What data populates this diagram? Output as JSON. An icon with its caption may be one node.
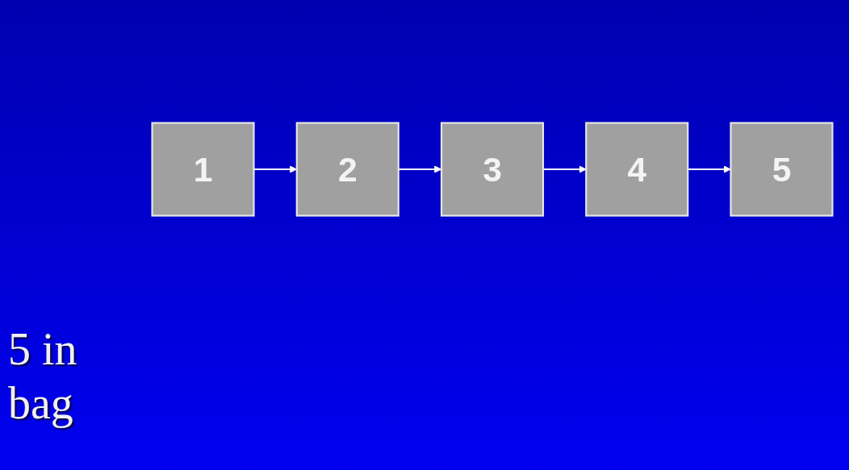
{
  "diagram": {
    "nodes": [
      {
        "text": [
          "1"
        ]
      },
      {
        "text": [
          "2"
        ]
      },
      {
        "text": [
          "3"
        ]
      },
      {
        "text": [
          "4"
        ]
      },
      {
        "text": [
          "5"
        ]
      }
    ],
    "edges": [
      {
        "from": 0,
        "to": 1,
        "arrow": "to"
      },
      {
        "from": 1,
        "to": 2,
        "arrow": "to"
      },
      {
        "from": 2,
        "to": 3,
        "arrow": "to"
      },
      {
        "from": 3,
        "to": 4,
        "arrow": "to"
      }
    ],
    "labels": [
      "5 in",
      "bag"
    ]
  }
}
